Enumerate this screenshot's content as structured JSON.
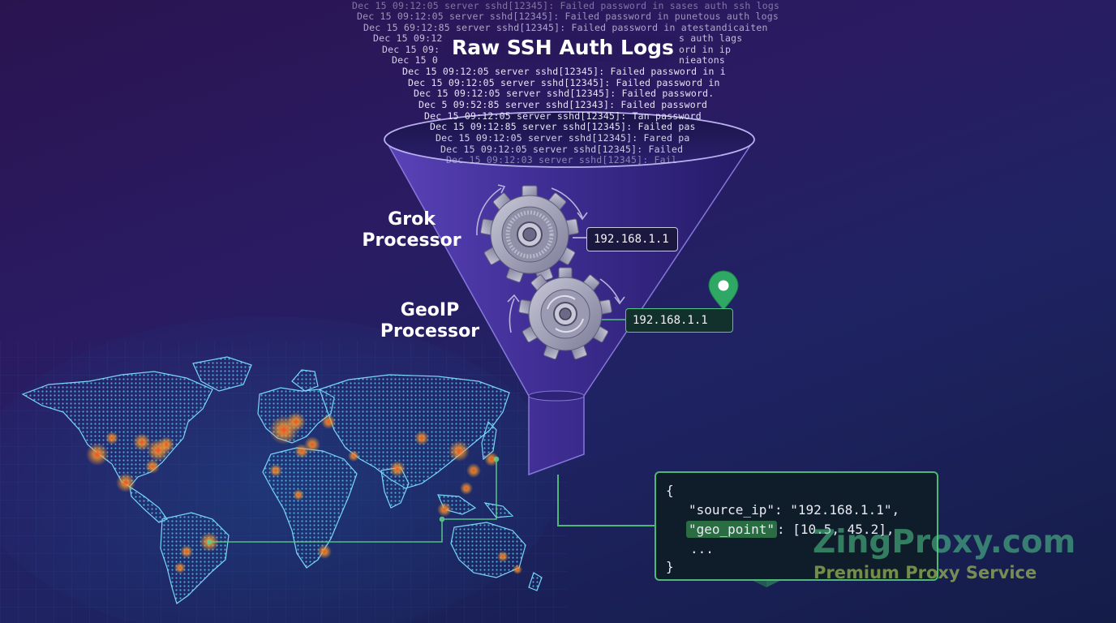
{
  "title": "Raw SSH Auth Logs",
  "log_lines": [
    "Dec 15 09:12:05 server sshd[12345]: Failed password in sases auth ssh logs",
    "Dec 15 09:12:05 server sshd[12345]: Failed password in punetous auth logs",
    "Dec 15 69:12:85 server sshd[12345]: Failed password in atestandicaiten",
    "Dec 15 09:12",
    "Dec 15 09:",
    "Dec 15 0",
    "Dec 15 09:12:05 server sshd[12345]: Failed password in i",
    "Dec 15 09:12:05 server sshd[12345]: Failed password in",
    "Dec 15 09:12:05 server sshd[12345]: Failed password.",
    "Dec 5 09:52:85 server sshd[12343]: Failed password",
    "Dec 15 09:12:05 server sshd[12345]: Tan password",
    "Dec 15 09:12:85 server sshd[12345]: Failed pas",
    "Dec 15 09:12:05 server sshd[12345]: Fared pa",
    "Dec 15 09:12:05 server sshd[12345]: Failed",
    "Dec 15 09:12:03 server sshd[12345]: Fail"
  ],
  "log_right_fragments": [
    "s auth lags",
    "ord in ip",
    "nieatons"
  ],
  "grok": {
    "label_line1": "Grok",
    "label_line2": "Processor",
    "ip": "192.168.1.1"
  },
  "geoip": {
    "label_line1": "GeoIP",
    "label_line2": "Processor",
    "ip": "192.168.1.1"
  },
  "json_output": {
    "open": "{",
    "source_ip_key": "\"source_ip\"",
    "source_ip_value": ": \"192.168.1.1\",",
    "geo_point_key": "\"geo_point\"",
    "geo_point_value": ": [10.5, 45.2],",
    "ellipsis": "...",
    "close": "}"
  },
  "watermark": {
    "brand": "ZingProxy.com",
    "tagline": "Premium Proxy Service"
  },
  "icons": [
    "gear-icon",
    "location-pin-icon",
    "world-map",
    "database-stack-icon"
  ],
  "colors": {
    "accent_green": "#4fb877",
    "pin_green": "#2fa866",
    "heat_orange": "#ff9a2a",
    "map_cyan": "#5fd0f0"
  }
}
